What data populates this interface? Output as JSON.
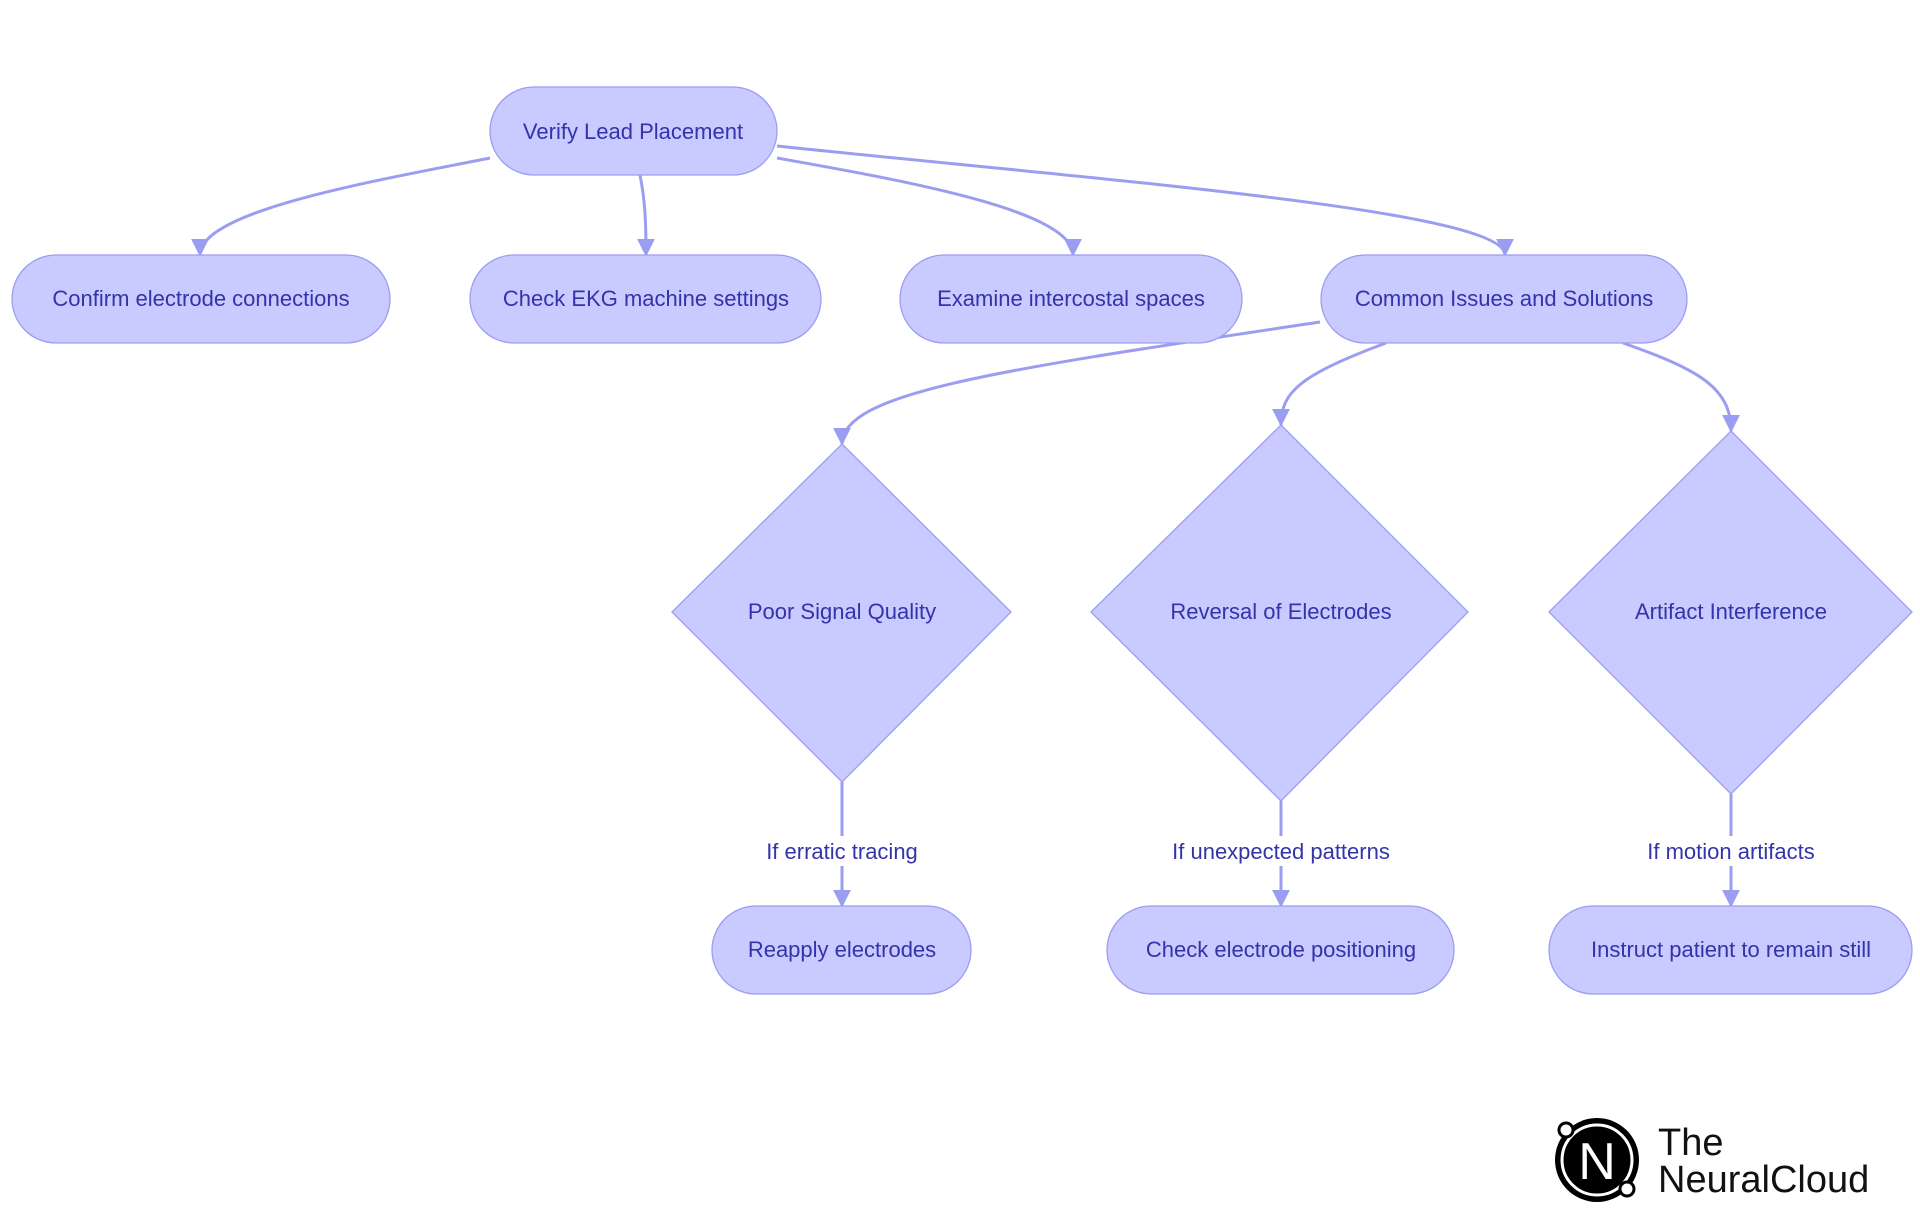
{
  "nodes": {
    "verify": "Verify Lead Placement",
    "confirm": "Confirm electrode connections",
    "check_ekg": "Check EKG machine settings",
    "examine": "Examine intercostal spaces",
    "common": "Common Issues and Solutions",
    "poor_signal": "Poor Signal Quality",
    "reversal": "Reversal of Electrodes",
    "artifact": "Artifact Interference",
    "reapply": "Reapply electrodes",
    "check_pos": "Check electrode positioning",
    "instruct": "Instruct patient to remain still"
  },
  "edges": {
    "erratic": "If erratic tracing",
    "unexpected": "If unexpected patterns",
    "motion": "If motion artifacts"
  },
  "logo": {
    "mark": "N",
    "line1": "The",
    "line2": "NeuralCloud"
  },
  "colors": {
    "node_fill": "#c9caff",
    "node_stroke": "#9b9ef0",
    "edge": "#9b9ef0",
    "text": "#3333aa"
  }
}
